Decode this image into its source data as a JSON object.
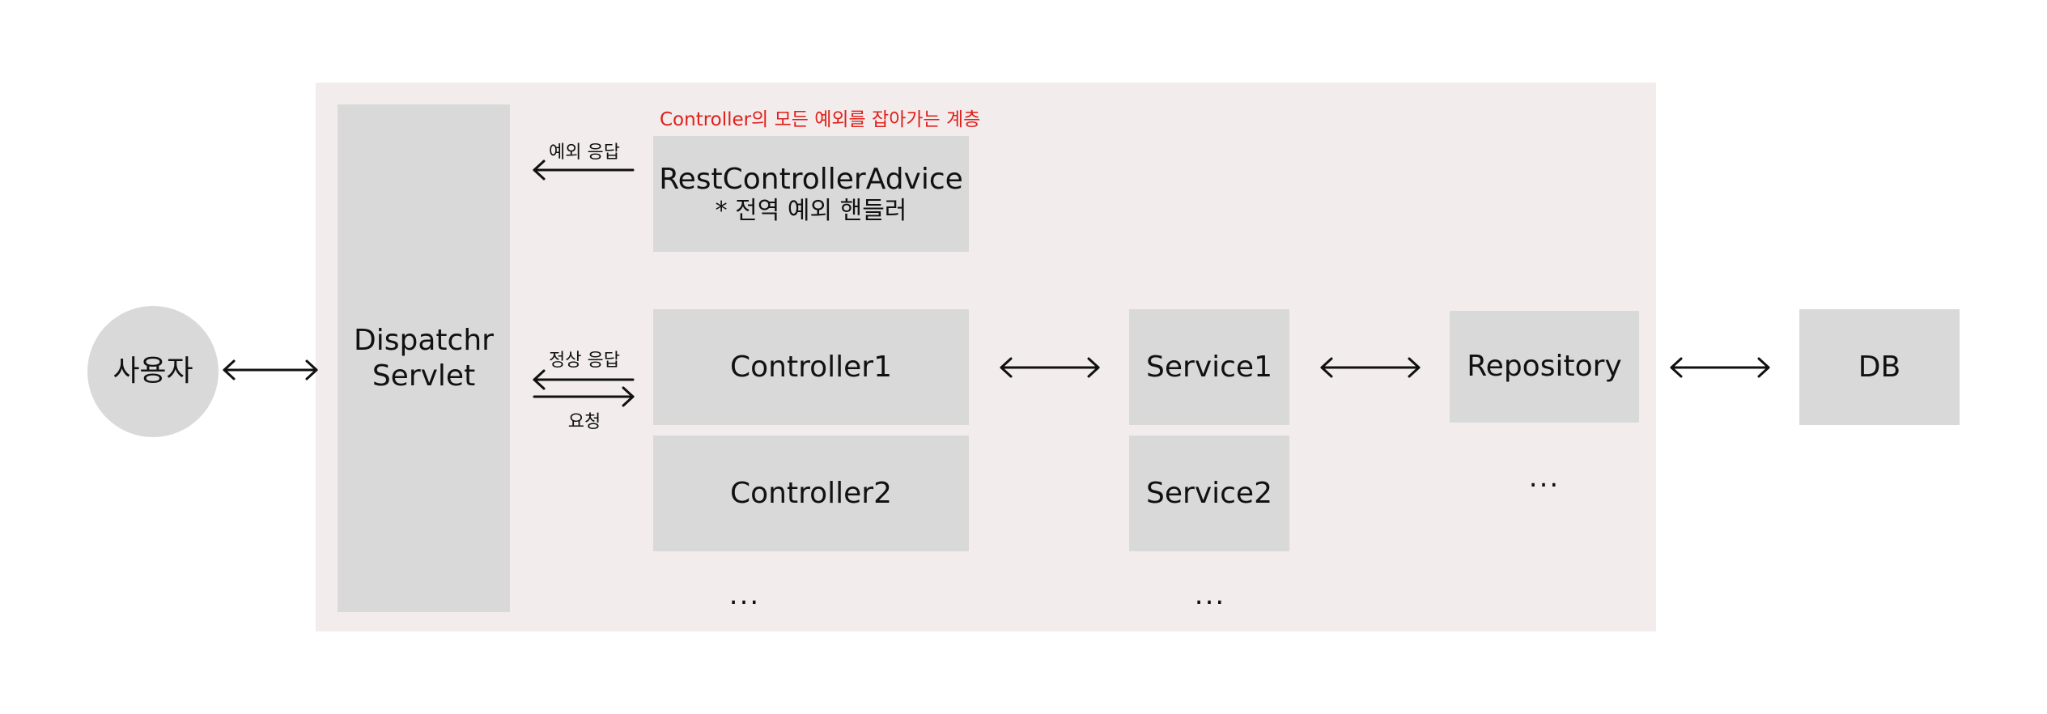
{
  "colors": {
    "area_bg": "#f2ecec",
    "box_bg": "#d9d9d9",
    "note_text": "#e0201b",
    "line": "#111111"
  },
  "user": {
    "label": "사용자"
  },
  "dispatcher": {
    "line1": "Dispatchr",
    "line2": "Servlet"
  },
  "advice": {
    "note": "Controller의 모든 예외를 잡아가는 계층",
    "title": "RestControllerAdvice",
    "subtitle": "* 전역 예외 핸들러",
    "arrow_label": "예외 응답"
  },
  "flow_labels": {
    "normal_response": "정상 응답",
    "request": "요청"
  },
  "controllers": {
    "items": [
      "Controller1",
      "Controller2"
    ],
    "more": "..."
  },
  "services": {
    "items": [
      "Service1",
      "Service2"
    ],
    "more": "..."
  },
  "repository": {
    "label": "Repository",
    "more": "..."
  },
  "db": {
    "label": "DB"
  }
}
